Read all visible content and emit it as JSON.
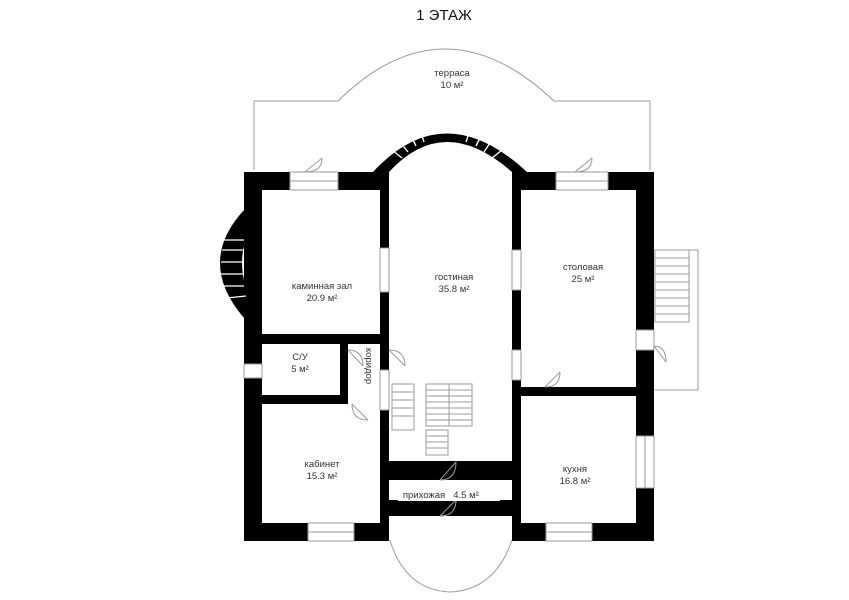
{
  "title": "1 ЭТАЖ",
  "rooms": [
    {
      "id": "terrace",
      "name": "терраса",
      "area": "10 м²"
    },
    {
      "id": "fireplace",
      "name": "каминная зал",
      "area": "20.9 м²"
    },
    {
      "id": "living",
      "name": "гостиная",
      "area": "35.8 м²"
    },
    {
      "id": "dining",
      "name": "столовая",
      "area": "25 м²"
    },
    {
      "id": "bathroom",
      "name": "С/У",
      "area": "5 м²"
    },
    {
      "id": "corridor",
      "name": "коридор",
      "area": ""
    },
    {
      "id": "study",
      "name": "кабинет",
      "area": "15.3 м²"
    },
    {
      "id": "kitchen",
      "name": "кухня",
      "area": "16.8 м²"
    },
    {
      "id": "hall",
      "name": "прихожая",
      "area": "4.5 м²"
    }
  ],
  "colors": {
    "wall": "#000000",
    "line": "#9a9a9a",
    "floor": "#ffffff"
  }
}
